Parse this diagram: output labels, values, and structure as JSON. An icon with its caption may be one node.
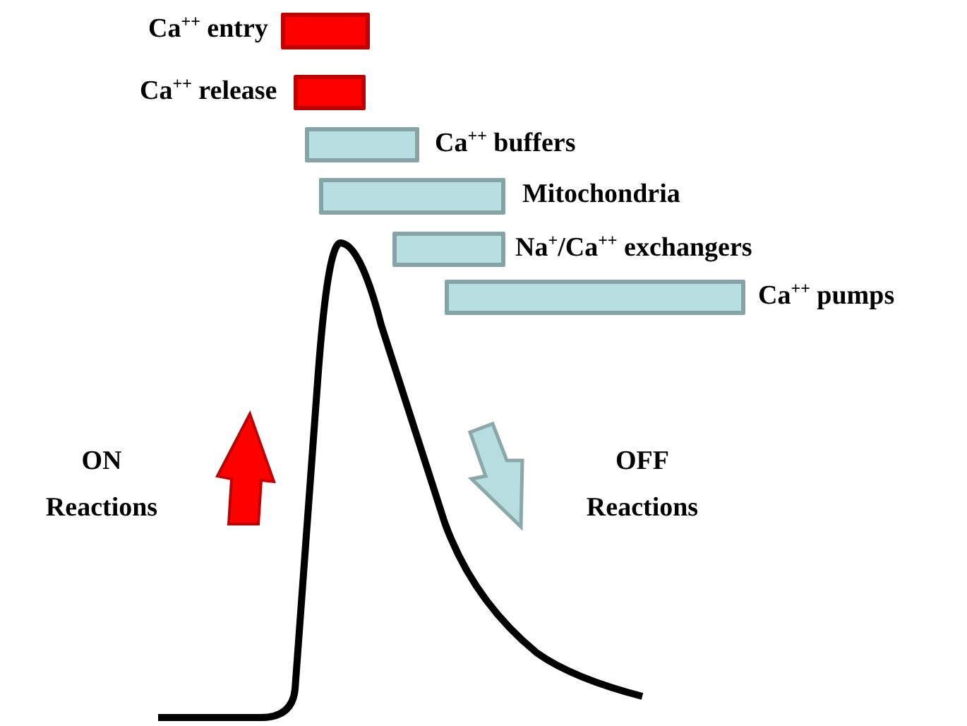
{
  "diagram": {
    "nodes": [
      {
        "text": [],
        "shape": "bar",
        "beside": [
          "Ca$^{++}$ entry"
        ]
      },
      {
        "text": [],
        "shape": "bar",
        "beside": [
          "Ca$^{++}$ release"
        ]
      },
      {
        "text": [],
        "shape": "bar",
        "beside": [
          "Ca$^{++}$ buffers"
        ]
      },
      {
        "text": [],
        "shape": "bar",
        "beside": [
          "Mitochondria"
        ]
      },
      {
        "text": [],
        "shape": "bar",
        "beside": [
          "Na$^{+}$/Ca$^{++}$ exchangers"
        ]
      },
      {
        "text": [],
        "shape": "bar",
        "beside": [
          "Ca$^{++}$ pumps"
        ]
      }
    ],
    "labels": [
      "ON Reactions",
      "OFF Reactions"
    ]
  }
}
